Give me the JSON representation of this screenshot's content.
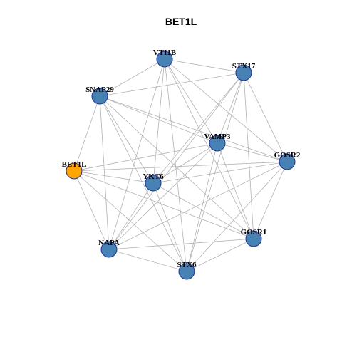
{
  "title": "BET1L",
  "colors": {
    "node_default": "#4682b4",
    "node_highlight": "#ffa500",
    "node_border": "#1a2fb0",
    "edge": "#b3b3b3"
  },
  "nodes": [
    {
      "id": "VTI1B",
      "label": "VTI1B",
      "highlight": false
    },
    {
      "id": "STX17",
      "label": "STX17",
      "highlight": false
    },
    {
      "id": "SNAP29",
      "label": "SNAP29",
      "highlight": false
    },
    {
      "id": "VAMP3",
      "label": "VAMP3",
      "highlight": false
    },
    {
      "id": "GOSR2",
      "label": "GOSR2",
      "highlight": false
    },
    {
      "id": "BET1L",
      "label": "BET1L",
      "highlight": true
    },
    {
      "id": "YKT6",
      "label": "YKT6",
      "highlight": false
    },
    {
      "id": "GOSR1",
      "label": "GOSR1",
      "highlight": false
    },
    {
      "id": "NAPA",
      "label": "NAPA",
      "highlight": false
    },
    {
      "id": "STX6",
      "label": "STX6",
      "highlight": false
    }
  ],
  "edges": [
    [
      "VTI1B",
      "STX17"
    ],
    [
      "VTI1B",
      "SNAP29"
    ],
    [
      "VTI1B",
      "VAMP3"
    ],
    [
      "VTI1B",
      "GOSR2"
    ],
    [
      "VTI1B",
      "YKT6"
    ],
    [
      "VTI1B",
      "GOSR1"
    ],
    [
      "VTI1B",
      "NAPA"
    ],
    [
      "VTI1B",
      "STX6"
    ],
    [
      "STX17",
      "SNAP29"
    ],
    [
      "STX17",
      "VAMP3"
    ],
    [
      "STX17",
      "GOSR2"
    ],
    [
      "STX17",
      "YKT6"
    ],
    [
      "STX17",
      "GOSR1"
    ],
    [
      "STX17",
      "NAPA"
    ],
    [
      "STX17",
      "STX6"
    ],
    [
      "SNAP29",
      "VAMP3"
    ],
    [
      "SNAP29",
      "GOSR2"
    ],
    [
      "SNAP29",
      "BET1L"
    ],
    [
      "SNAP29",
      "YKT6"
    ],
    [
      "SNAP29",
      "GOSR1"
    ],
    [
      "SNAP29",
      "NAPA"
    ],
    [
      "SNAP29",
      "STX6"
    ],
    [
      "VAMP3",
      "GOSR2"
    ],
    [
      "VAMP3",
      "BET1L"
    ],
    [
      "VAMP3",
      "YKT6"
    ],
    [
      "VAMP3",
      "GOSR1"
    ],
    [
      "VAMP3",
      "NAPA"
    ],
    [
      "VAMP3",
      "STX6"
    ],
    [
      "GOSR2",
      "BET1L"
    ],
    [
      "GOSR2",
      "YKT6"
    ],
    [
      "GOSR2",
      "GOSR1"
    ],
    [
      "GOSR2",
      "NAPA"
    ],
    [
      "GOSR2",
      "STX6"
    ],
    [
      "BET1L",
      "YKT6"
    ],
    [
      "BET1L",
      "GOSR1"
    ],
    [
      "BET1L",
      "NAPA"
    ],
    [
      "BET1L",
      "STX6"
    ],
    [
      "YKT6",
      "GOSR1"
    ],
    [
      "YKT6",
      "NAPA"
    ],
    [
      "YKT6",
      "STX6"
    ],
    [
      "GOSR1",
      "NAPA"
    ],
    [
      "GOSR1",
      "STX6"
    ],
    [
      "NAPA",
      "STX6"
    ]
  ]
}
